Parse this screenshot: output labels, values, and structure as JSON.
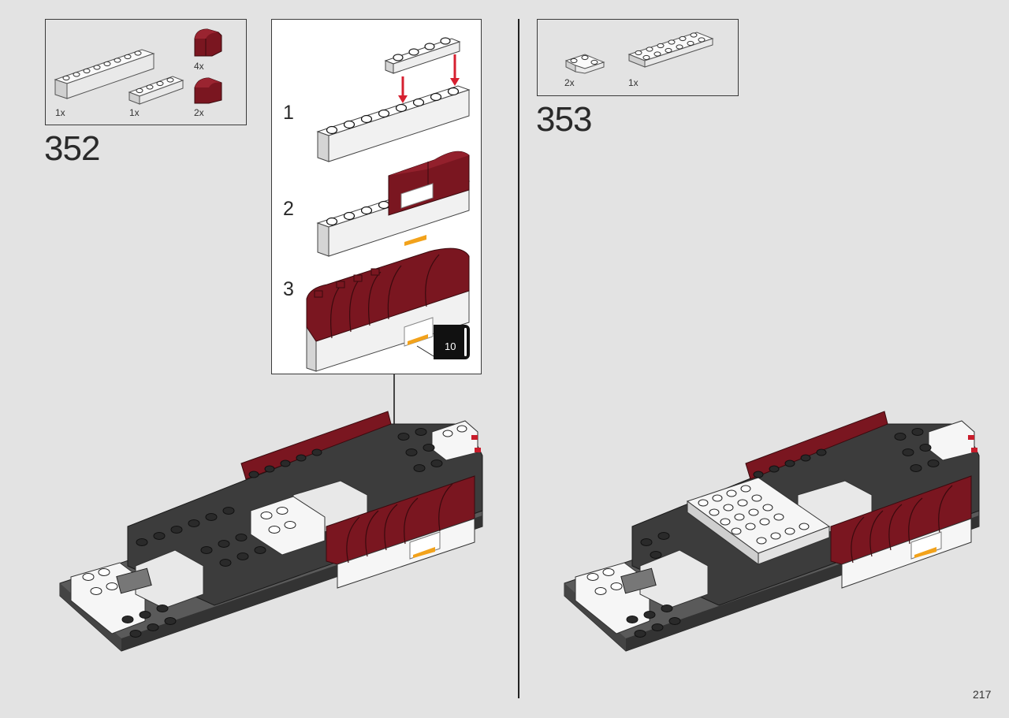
{
  "page_number": "217",
  "steps": [
    {
      "number": "352",
      "parts": [
        {
          "quantity": "1x",
          "part": "white-plate-1x8"
        },
        {
          "quantity": "1x",
          "part": "white-plate-1x4"
        },
        {
          "quantity": "4x",
          "part": "dark-red-curved-slope"
        },
        {
          "quantity": "2x",
          "part": "dark-red-curved-slope"
        }
      ],
      "substeps": [
        {
          "number": "1"
        },
        {
          "number": "2"
        },
        {
          "number": "3"
        }
      ],
      "sticker_number": "10"
    },
    {
      "number": "353",
      "parts": [
        {
          "quantity": "2x",
          "part": "white-corner-plate"
        },
        {
          "quantity": "1x",
          "part": "white-plate-2x6"
        }
      ]
    }
  ],
  "colors": {
    "background": "#e3e3e3",
    "dark_red": "#7a1620",
    "white_brick": "#ffffff",
    "dark_gray_brick": "#3c3c3c",
    "red_arrow": "#d62030",
    "sticker_orange": "#f2a21b"
  }
}
